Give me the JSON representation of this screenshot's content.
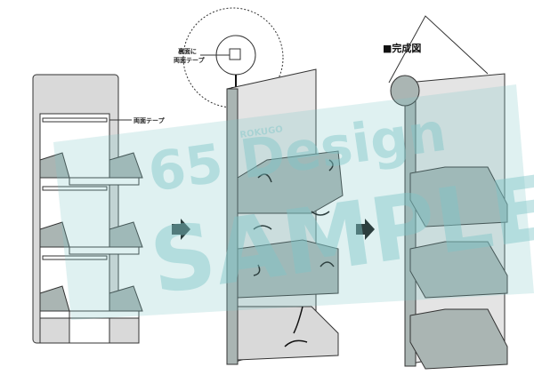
{
  "callout": {
    "line1": "裏面に",
    "line2": "両面テープ"
  },
  "tape_label": "両面テープ",
  "finished_title": "■完成図",
  "watermark": {
    "brand": "65 Design",
    "sub": "ROKUGO",
    "stamp": "SAMPLE"
  },
  "colors": {
    "panel": "#d9d9d9",
    "tray_side": "#aab5b3",
    "accent_watermark": "#7fc6c8",
    "line": "#333333"
  }
}
